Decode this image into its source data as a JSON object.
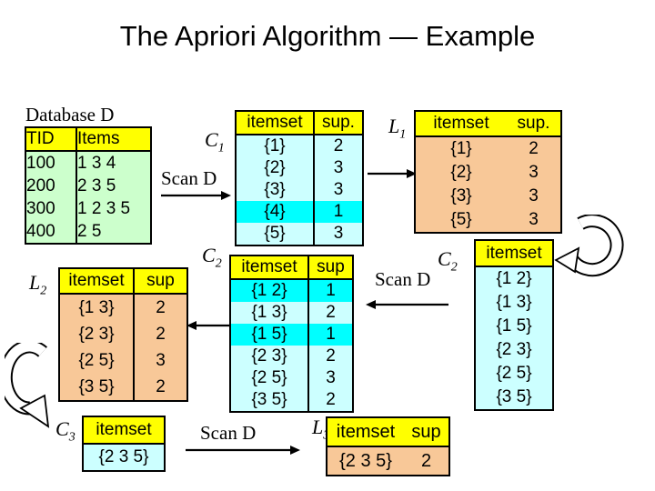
{
  "title": "The Apriori Algorithm — Example",
  "labels": {
    "database_d": "Database D",
    "scan_d": "Scan D",
    "c": "C",
    "l": "L",
    "sub_1": "1",
    "sub_2": "2",
    "sub_3": "3"
  },
  "colors": {
    "header_yellow": "#FFFF00",
    "row_green": "#CCFFCC",
    "row_cyan": "#CCFFFF",
    "highlight_cyan": "#00FFFF",
    "row_peach": "#F8C898"
  },
  "database_table": {
    "headers": [
      "TID",
      "Items"
    ],
    "rows": [
      {
        "tid": "100",
        "items": "1 3 4"
      },
      {
        "tid": "200",
        "items": "2 3 5"
      },
      {
        "tid": "300",
        "items": "1 2 3 5"
      },
      {
        "tid": "400",
        "items": "2 5"
      }
    ]
  },
  "c1_table": {
    "headers": [
      "itemset",
      "sup."
    ],
    "rows": [
      {
        "itemset": "{1}",
        "sup": "2"
      },
      {
        "itemset": "{2}",
        "sup": "3"
      },
      {
        "itemset": "{3}",
        "sup": "3"
      },
      {
        "itemset": "{4}",
        "sup": "1"
      },
      {
        "itemset": "{5}",
        "sup": "3"
      }
    ]
  },
  "l1_table": {
    "headers": [
      "itemset",
      "sup."
    ],
    "rows": [
      {
        "itemset": "{1}",
        "sup": "2"
      },
      {
        "itemset": "{2}",
        "sup": "3"
      },
      {
        "itemset": "{3}",
        "sup": "3"
      },
      {
        "itemset": "{5}",
        "sup": "3"
      }
    ]
  },
  "c2_candidate_table": {
    "headers": [
      "itemset"
    ],
    "rows": [
      "{1 2}",
      "{1 3}",
      "{1 5}",
      "{2 3}",
      "{2 5}",
      "{3 5}"
    ]
  },
  "c2_count_table": {
    "headers": [
      "itemset",
      "sup"
    ],
    "rows": [
      {
        "itemset": "{1 2}",
        "sup": "1"
      },
      {
        "itemset": "{1 3}",
        "sup": "2"
      },
      {
        "itemset": "{1 5}",
        "sup": "1"
      },
      {
        "itemset": "{2 3}",
        "sup": "2"
      },
      {
        "itemset": "{2 5}",
        "sup": "3"
      },
      {
        "itemset": "{3 5}",
        "sup": "2"
      }
    ]
  },
  "l2_table": {
    "headers": [
      "itemset",
      "sup"
    ],
    "rows": [
      {
        "itemset": "{1 3}",
        "sup": "2"
      },
      {
        "itemset": "{2 3}",
        "sup": "2"
      },
      {
        "itemset": "{2 5}",
        "sup": "3"
      },
      {
        "itemset": "{3 5}",
        "sup": "2"
      }
    ]
  },
  "c3_table": {
    "headers": [
      "itemset"
    ],
    "rows": [
      "{2 3 5}"
    ]
  },
  "l3_table": {
    "headers": [
      "itemset",
      "sup"
    ],
    "rows": [
      {
        "itemset": "{2 3 5}",
        "sup": "2"
      }
    ]
  }
}
